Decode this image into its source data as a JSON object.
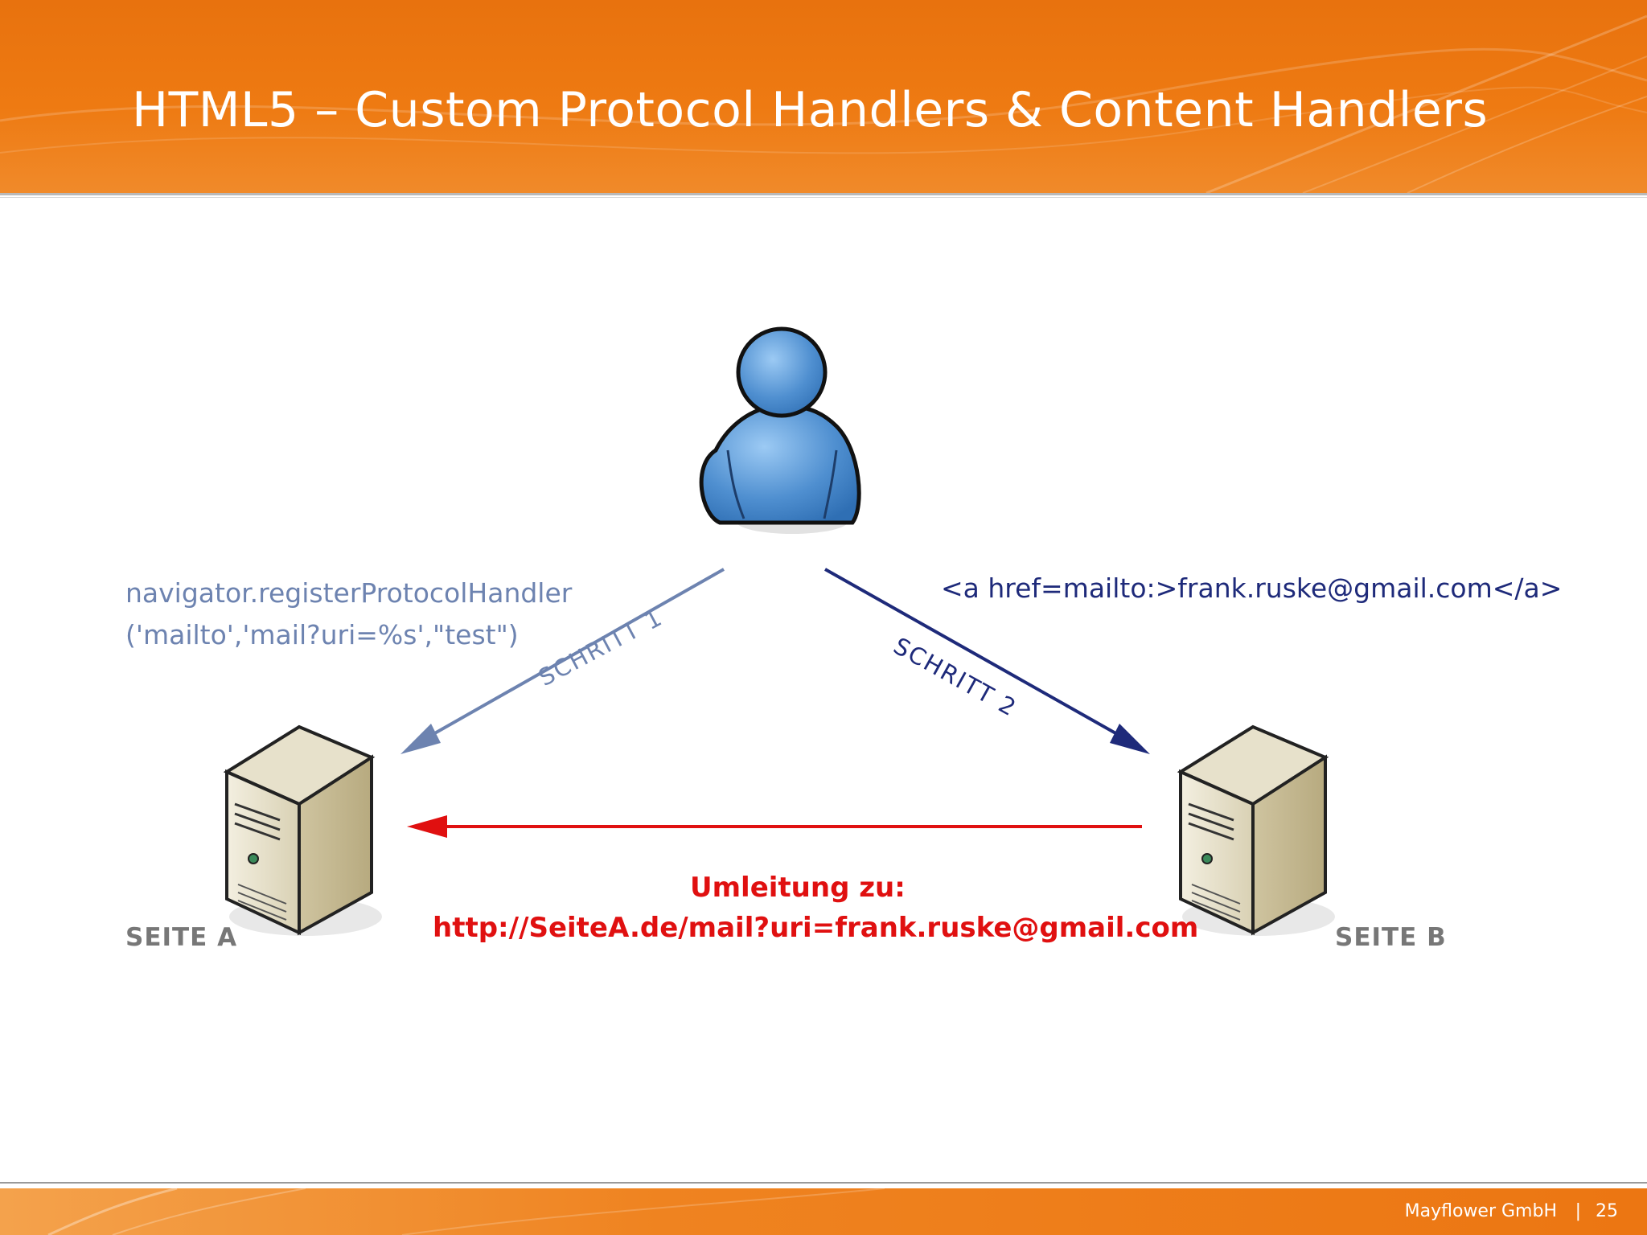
{
  "header": {
    "title": "HTML5 – Custom Protocol Handlers & Content Handlers"
  },
  "diagram": {
    "code_left": {
      "line1": "navigator.registerProtocolHandler",
      "line2": "('mailto','mail?uri=%s',\"test\")"
    },
    "code_right": "<a href=mailto:>frank.ruske@gmail.com</a>",
    "step1": "SCHRITT 1",
    "step2": "SCHRITT 2",
    "redirect": {
      "line1": "Umleitung zu:",
      "line2": "http://SeiteA.de/mail?uri=frank.ruske@gmail.com"
    },
    "server_left_label": "SEITE A",
    "server_right_label": "SEITE B"
  },
  "colors": {
    "header_orange": "#ee7a12",
    "step1_blue": "#6d83b0",
    "step2_navy": "#1e2a7a",
    "redirect_red": "#e01010",
    "user_blue": "#4f8fd0"
  },
  "icons": [
    "user-icon",
    "server-icon"
  ],
  "footer": {
    "company": "Mayflower GmbH",
    "separator": "|",
    "page": "25"
  }
}
